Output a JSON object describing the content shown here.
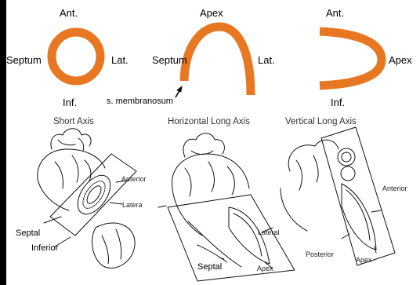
{
  "top_labels": {
    "short_axis": {
      "top": "Ant.",
      "left": "Septum",
      "right": "Lat.",
      "bottom": "Inf."
    },
    "horizontal_long_axis": {
      "top": "Apex",
      "left": "Septum",
      "right": "Lat.",
      "pointer": "s. membranosum"
    },
    "vertical_long_axis": {
      "top": "Ant.",
      "right": "Apex",
      "bottom": "Inf."
    }
  },
  "section_titles": {
    "short_axis": "Short Axis",
    "horizontal_long_axis": "Horizontal Long Axis",
    "vertical_long_axis": "Vertical Long Axis"
  },
  "illustration_labels": {
    "short_axis": {
      "anterior": "Anterior",
      "lateral": "Latera",
      "septal": "Septal",
      "inferior": "Inferior"
    },
    "horizontal_long_axis": {
      "lateral": "Lateral",
      "septal": "Septal",
      "apex": "Apex"
    },
    "vertical_long_axis": {
      "anterior": "Anterior",
      "posterior": "Posterior",
      "apex": "Apex"
    }
  },
  "colors": {
    "myocardium": "#E87722",
    "ink": "#111111",
    "background_border": "#000000"
  }
}
